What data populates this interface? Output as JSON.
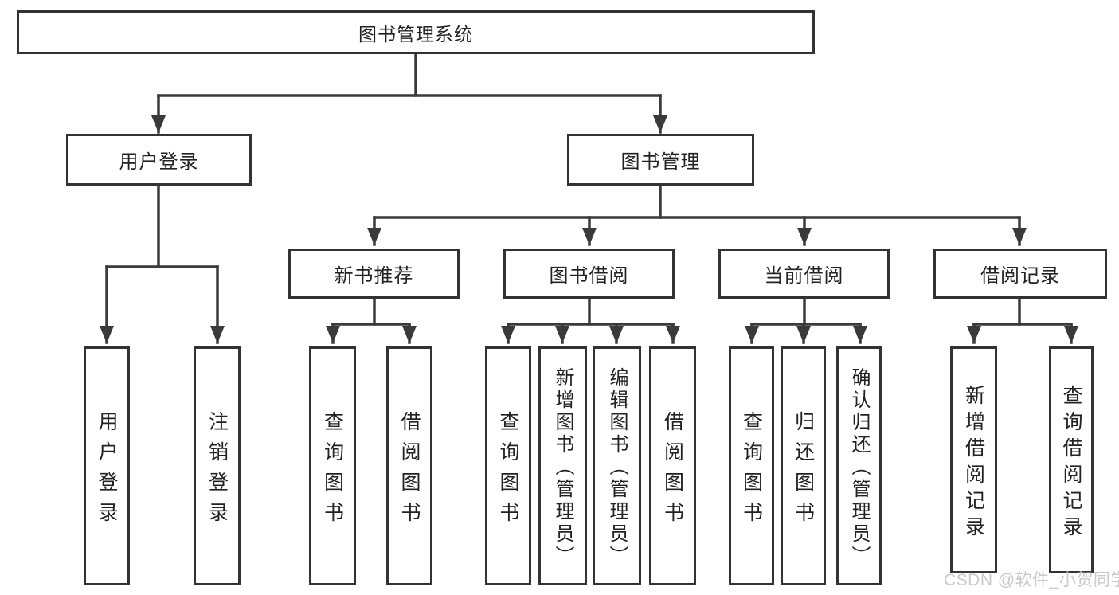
{
  "diagram": {
    "root": {
      "label": "图书管理系统"
    },
    "level2": [
      {
        "label": "用户登录"
      },
      {
        "label": "图书管理"
      }
    ],
    "level3": [
      {
        "label": "新书推荐"
      },
      {
        "label": "图书借阅"
      },
      {
        "label": "当前借阅"
      },
      {
        "label": "借阅记录"
      }
    ],
    "leaves": {
      "user_login": [
        {
          "label": "用户登录"
        },
        {
          "label": "注销登录"
        }
      ],
      "new_book": [
        {
          "label": "查询图书"
        },
        {
          "label": "借阅图书"
        }
      ],
      "book_borrow": [
        {
          "label": "查询图书"
        },
        {
          "label": "新增图书（管理员）"
        },
        {
          "label": "编辑图书（管理员）"
        },
        {
          "label": "借阅图书"
        }
      ],
      "current_borrow": [
        {
          "label": "查询图书"
        },
        {
          "label": "归还图书"
        },
        {
          "label": "确认归还（管理员）"
        }
      ],
      "borrow_record": [
        {
          "label": "新增借阅记录"
        },
        {
          "label": "查询借阅记录"
        }
      ]
    }
  },
  "watermark": {
    "text": "CSDN @软件_小贺同学"
  },
  "colors": {
    "line": "#3a3a3a",
    "box_border": "#333333",
    "text": "#222222",
    "watermark": "#c7c7c7",
    "background": "#ffffff"
  }
}
